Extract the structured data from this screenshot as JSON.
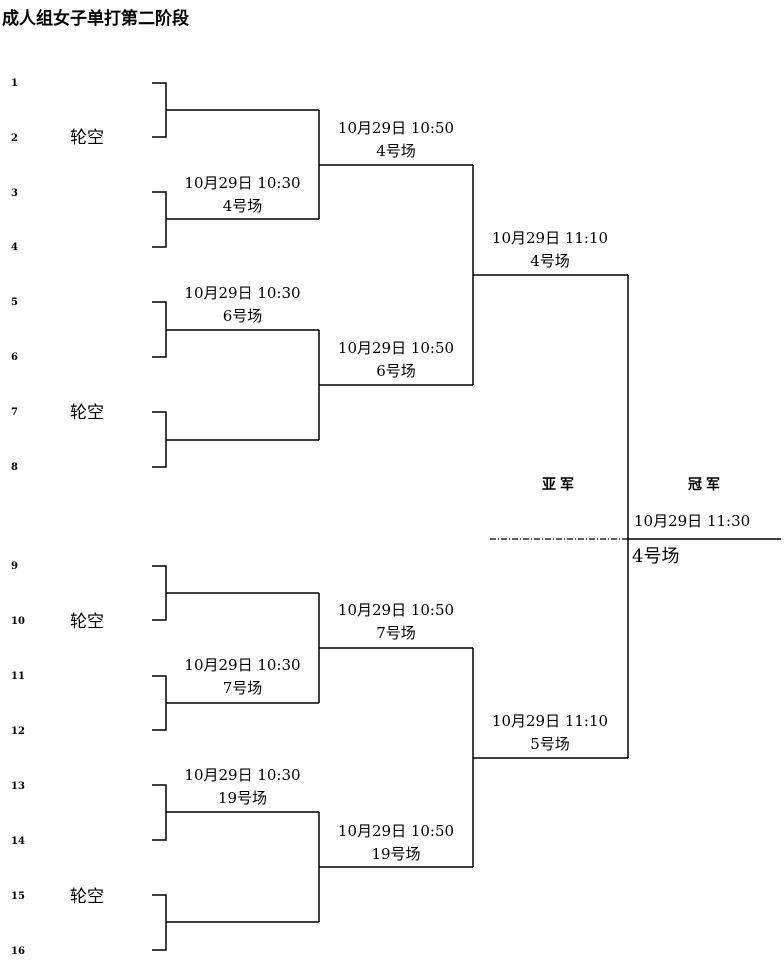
{
  "title": "成人组女子单打第二阶段",
  "seeds": [
    "1",
    "2",
    "3",
    "4",
    "5",
    "6",
    "7",
    "8",
    "9",
    "10",
    "11",
    "12",
    "13",
    "14",
    "15",
    "16"
  ],
  "byes": [
    "轮空",
    "轮空",
    "轮空",
    "轮空"
  ],
  "round1": [
    {
      "time": "10月29日  10:30",
      "venue": "4号场"
    },
    {
      "time": "10月29日  10:30",
      "venue": "6号场"
    },
    {
      "time": "10月29日  10:30",
      "venue": "7号场"
    },
    {
      "time": "10月29日  10:30",
      "venue": "19号场"
    }
  ],
  "round2": [
    {
      "time": "10月29日  10:50",
      "venue": "4号场"
    },
    {
      "time": "10月29日  10:50",
      "venue": "6号场"
    },
    {
      "time": "10月29日  10:50",
      "venue": "7号场"
    },
    {
      "time": "10月29日  10:50",
      "venue": "19号场"
    }
  ],
  "semis": [
    {
      "time": "10月29日  11:10",
      "venue": "4号场"
    },
    {
      "time": "10月29日  11:10",
      "venue": "5号场"
    }
  ],
  "final": {
    "runner_up_label": "亚军",
    "champion_label": "冠军",
    "time": "10月29日  11:30",
    "venue": "4号场"
  }
}
